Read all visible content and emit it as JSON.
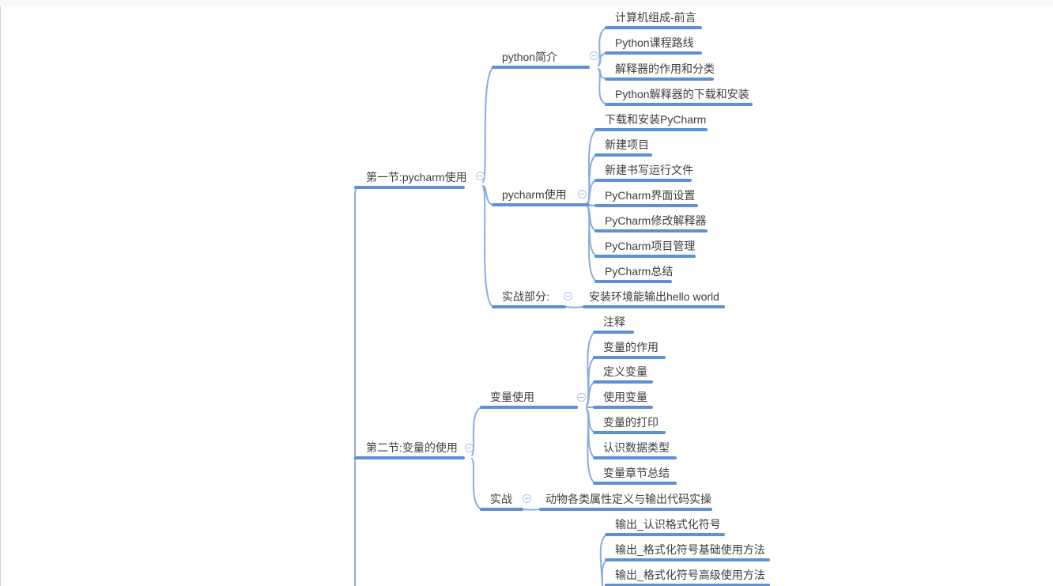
{
  "colors": {
    "underline": "#5e90d6",
    "branch_line": "#8aacdf",
    "topic_text": "#3d3d3d",
    "collapse_icon": "#abc3ea",
    "top_strip": "#f7f8fb",
    "background": "#ffffff"
  },
  "icons": {
    "collapse": "minus-circle"
  },
  "mindmap": {
    "sections": [
      {
        "label": "第一节:pycharm使用",
        "children": [
          {
            "label": "python简介",
            "children": [
              {
                "label": "计算机组成-前言"
              },
              {
                "label": "Python课程路线"
              },
              {
                "label": "解释器的作用和分类"
              },
              {
                "label": "Python解释器的下载和安装"
              }
            ]
          },
          {
            "label": "pycharm使用",
            "children": [
              {
                "label": "下载和安装PyCharm"
              },
              {
                "label": "新建项目"
              },
              {
                "label": "新建书写运行文件"
              },
              {
                "label": "PyCharm界面设置"
              },
              {
                "label": "PyCharm修改解释器"
              },
              {
                "label": "PyCharm项目管理"
              },
              {
                "label": "PyCharm总结"
              }
            ]
          },
          {
            "label": "实战部分:",
            "children": [
              {
                "label": "安装环境能输出hello world"
              }
            ]
          }
        ]
      },
      {
        "label": "第二节:变量的使用",
        "children": [
          {
            "label": "变量使用",
            "children": [
              {
                "label": "注释"
              },
              {
                "label": "变量的作用"
              },
              {
                "label": "定义变量"
              },
              {
                "label": "使用变量"
              },
              {
                "label": "变量的打印"
              },
              {
                "label": "认识数据类型"
              },
              {
                "label": "变量章节总结"
              }
            ]
          },
          {
            "label": "实战",
            "children": [
              {
                "label": "动物各类属性定义与输出代码实操"
              }
            ]
          }
        ]
      },
      {
        "label": "",
        "children": [
          {
            "label": "输出_认识格式化符号"
          },
          {
            "label": "输出_格式化符号基础使用方法"
          },
          {
            "label": "输出_格式化符号高级使用方法"
          }
        ]
      }
    ]
  }
}
